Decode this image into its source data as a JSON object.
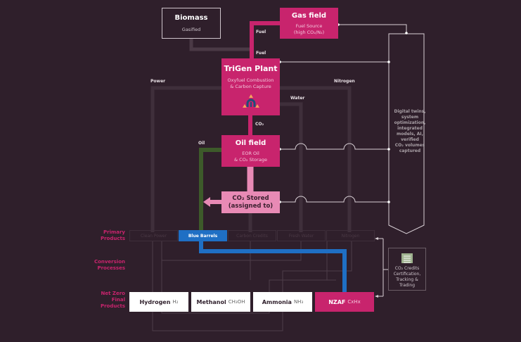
{
  "colors": {
    "background": "#2f1f2b",
    "magenta": "#c8246d",
    "pink": "#e88ab5",
    "blue": "#1f6fc4",
    "oil_green": "#3d5a2a",
    "utility_pipe": "#4a3945",
    "connector": "#d8cfd5"
  },
  "nodes": {
    "biomass": {
      "title": "Biomass",
      "subtitle": "Gasified"
    },
    "gas_field": {
      "title": "Gas field",
      "subtitle_line1": "Fuel Source",
      "subtitle_line2": "(high CO₂/N₂)"
    },
    "trigen": {
      "title": "TriGen Plant",
      "subtitle_line1": "Oxyfuel Combustion",
      "subtitle_line2": "& Carbon Capture",
      "icon": "power-plant-icon"
    },
    "oil_field": {
      "title": "Oil field",
      "subtitle_line1": "EOR Oil",
      "subtitle_line2": "& CO₂ Storage"
    },
    "co2_stored": {
      "title_line1": "CO₂ Stored",
      "title_line2": "(assigned to)"
    }
  },
  "flow_labels": {
    "fuel_1": "Fuel",
    "fuel_2": "Fuel",
    "power": "Power",
    "nitrogen": "Nitrogen",
    "water": "Water",
    "co2": "CO₂",
    "oil": "Oil"
  },
  "digital_panel": {
    "text": [
      "Digital twins,",
      "system",
      "optimization,",
      "integrated",
      "models, AI,",
      "verified",
      "CO₂ volumes",
      "captured"
    ]
  },
  "row_labels": {
    "primary": [
      "Primary",
      "Products"
    ],
    "conversion": [
      "Conversion",
      "Processes"
    ],
    "final": [
      "Net Zero",
      "Final",
      "Products"
    ]
  },
  "primary_products": [
    {
      "label": "Clean Power",
      "active": false
    },
    {
      "label": "Blue Barrels",
      "active": true
    },
    {
      "label": "Carbon Credits",
      "active": false
    },
    {
      "label": "Fresh Water",
      "active": false
    },
    {
      "label": "Nitrogen",
      "active": false
    }
  ],
  "final_products": [
    {
      "name": "Hydrogen",
      "formula": "H₂",
      "highlight": false
    },
    {
      "name": "Methanol",
      "formula": "CH₃OH",
      "highlight": false
    },
    {
      "name": "Ammonia",
      "formula": "NH₃",
      "highlight": false
    },
    {
      "name": "NZAF",
      "formula": "CxHx",
      "highlight": true
    }
  ],
  "credits_panel": {
    "icon": "checklist-icon",
    "text": [
      "CO₂ Credits",
      "Certification,",
      "Tracking &",
      "Trading"
    ]
  }
}
